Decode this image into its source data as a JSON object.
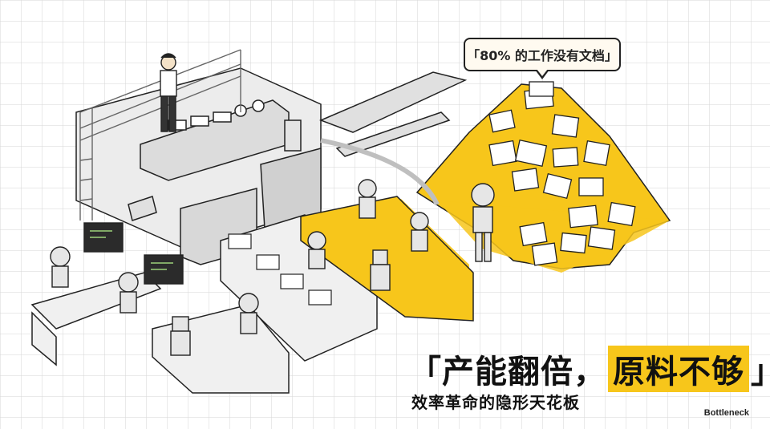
{
  "speech_bubble": {
    "text": "「80% 的工作没有文档」"
  },
  "headline": {
    "part1": "「产能翻倍，",
    "highlight": "原料不够",
    "part2": "」"
  },
  "subheadline": "效率革命的隐形天花板",
  "brand": "Bottleneck",
  "colors": {
    "accent": "#f7c61b",
    "ink": "#222222",
    "machine": "#e8e8e8",
    "grid": "#d6d6d6",
    "background": "#ffffff"
  }
}
